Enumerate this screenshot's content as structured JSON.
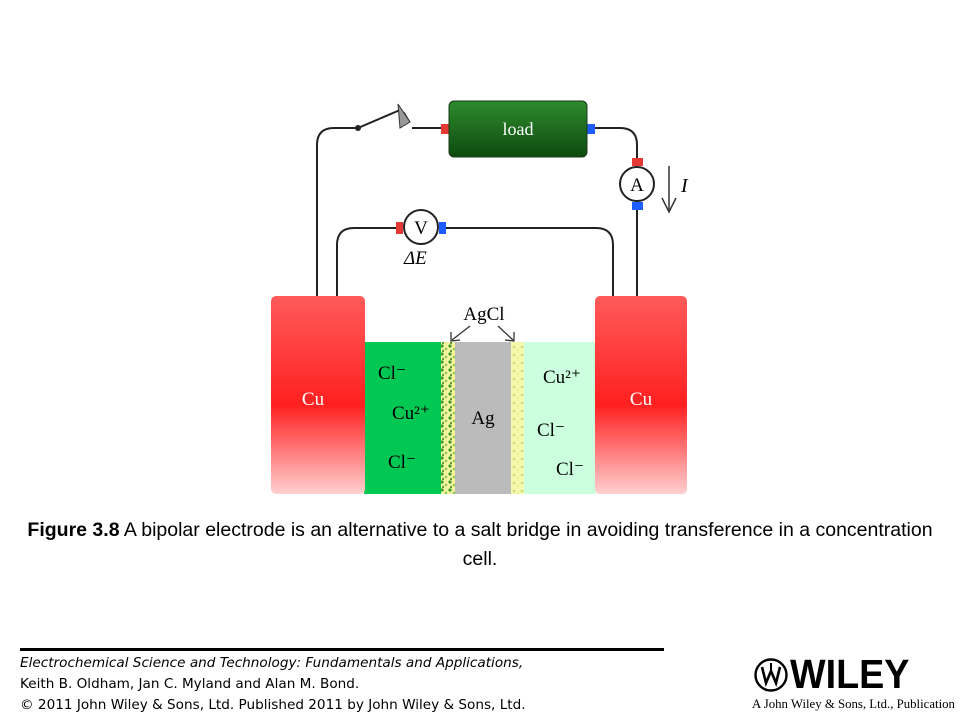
{
  "diagram": {
    "load_label": "load",
    "ammeter_label": "A",
    "voltmeter_label": "V",
    "delta_e_label": "ΔE",
    "current_label": "I",
    "agcl_label": "AgCl",
    "left_electrode_label": "Cu",
    "right_electrode_label": "Cu",
    "bipolar_label": "Ag",
    "left_solution": {
      "ions": [
        "Cl⁻",
        "Cu²⁺",
        "Cl⁻"
      ]
    },
    "right_solution": {
      "ions": [
        "Cu²⁺",
        "Cl⁻",
        "Cl⁻"
      ]
    },
    "colors": {
      "electrode": "#ff3b3b",
      "load": "#1f6b1f",
      "left_solution": "#00c853",
      "right_solution": "#ccffdd",
      "bipolar": "#bbbbbb",
      "terminal_positive": "#e53935",
      "terminal_negative": "#1e5eff"
    }
  },
  "caption": {
    "figure_label": "Figure 3.8",
    "text": " A bipolar electrode is an alternative to a salt bridge in avoiding transference in a concentration cell."
  },
  "citation": {
    "line1": "Electrochemical Science and Technology: Fundamentals and Applications,",
    "line2": "Keith B. Oldham, Jan C. Myland and Alan M. Bond.",
    "line3": "© 2011 John Wiley & Sons, Ltd. Published 2011 by John Wiley & Sons, Ltd."
  },
  "logo": {
    "wordmark": "WILEY",
    "tagline": "A John Wiley & Sons, Ltd., Publication"
  }
}
